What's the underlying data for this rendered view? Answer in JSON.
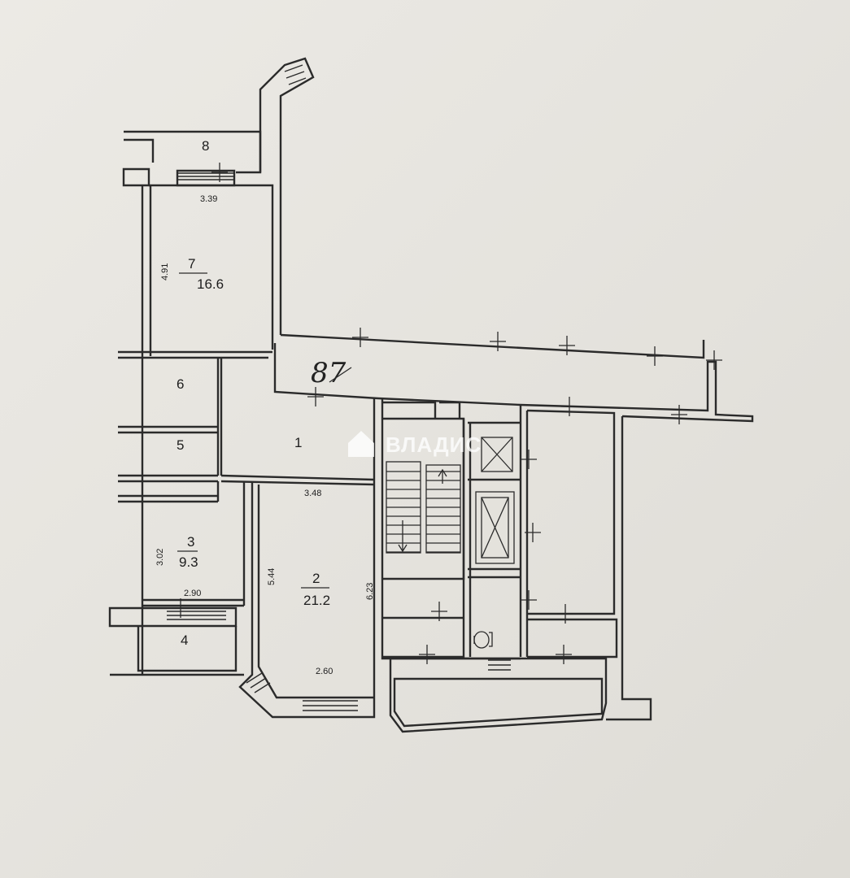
{
  "rooms": [
    {
      "id": "1",
      "label": "1"
    },
    {
      "id": "2",
      "label": "2",
      "area": "21.2"
    },
    {
      "id": "3",
      "label": "3",
      "area": "9.3"
    },
    {
      "id": "4",
      "label": "4"
    },
    {
      "id": "5",
      "label": "5"
    },
    {
      "id": "6",
      "label": "6"
    },
    {
      "id": "7",
      "label": "7",
      "area": "16.6"
    },
    {
      "id": "8",
      "label": "8"
    }
  ],
  "dimensions": {
    "d339": "3.39",
    "d491": "4.91",
    "d348": "3.48",
    "d302": "3.02",
    "d290": "2.90",
    "d544": "5.44",
    "d623": "6.23",
    "d260": "2.60"
  },
  "handwritten": "87",
  "watermark": "ВЛАДИС"
}
